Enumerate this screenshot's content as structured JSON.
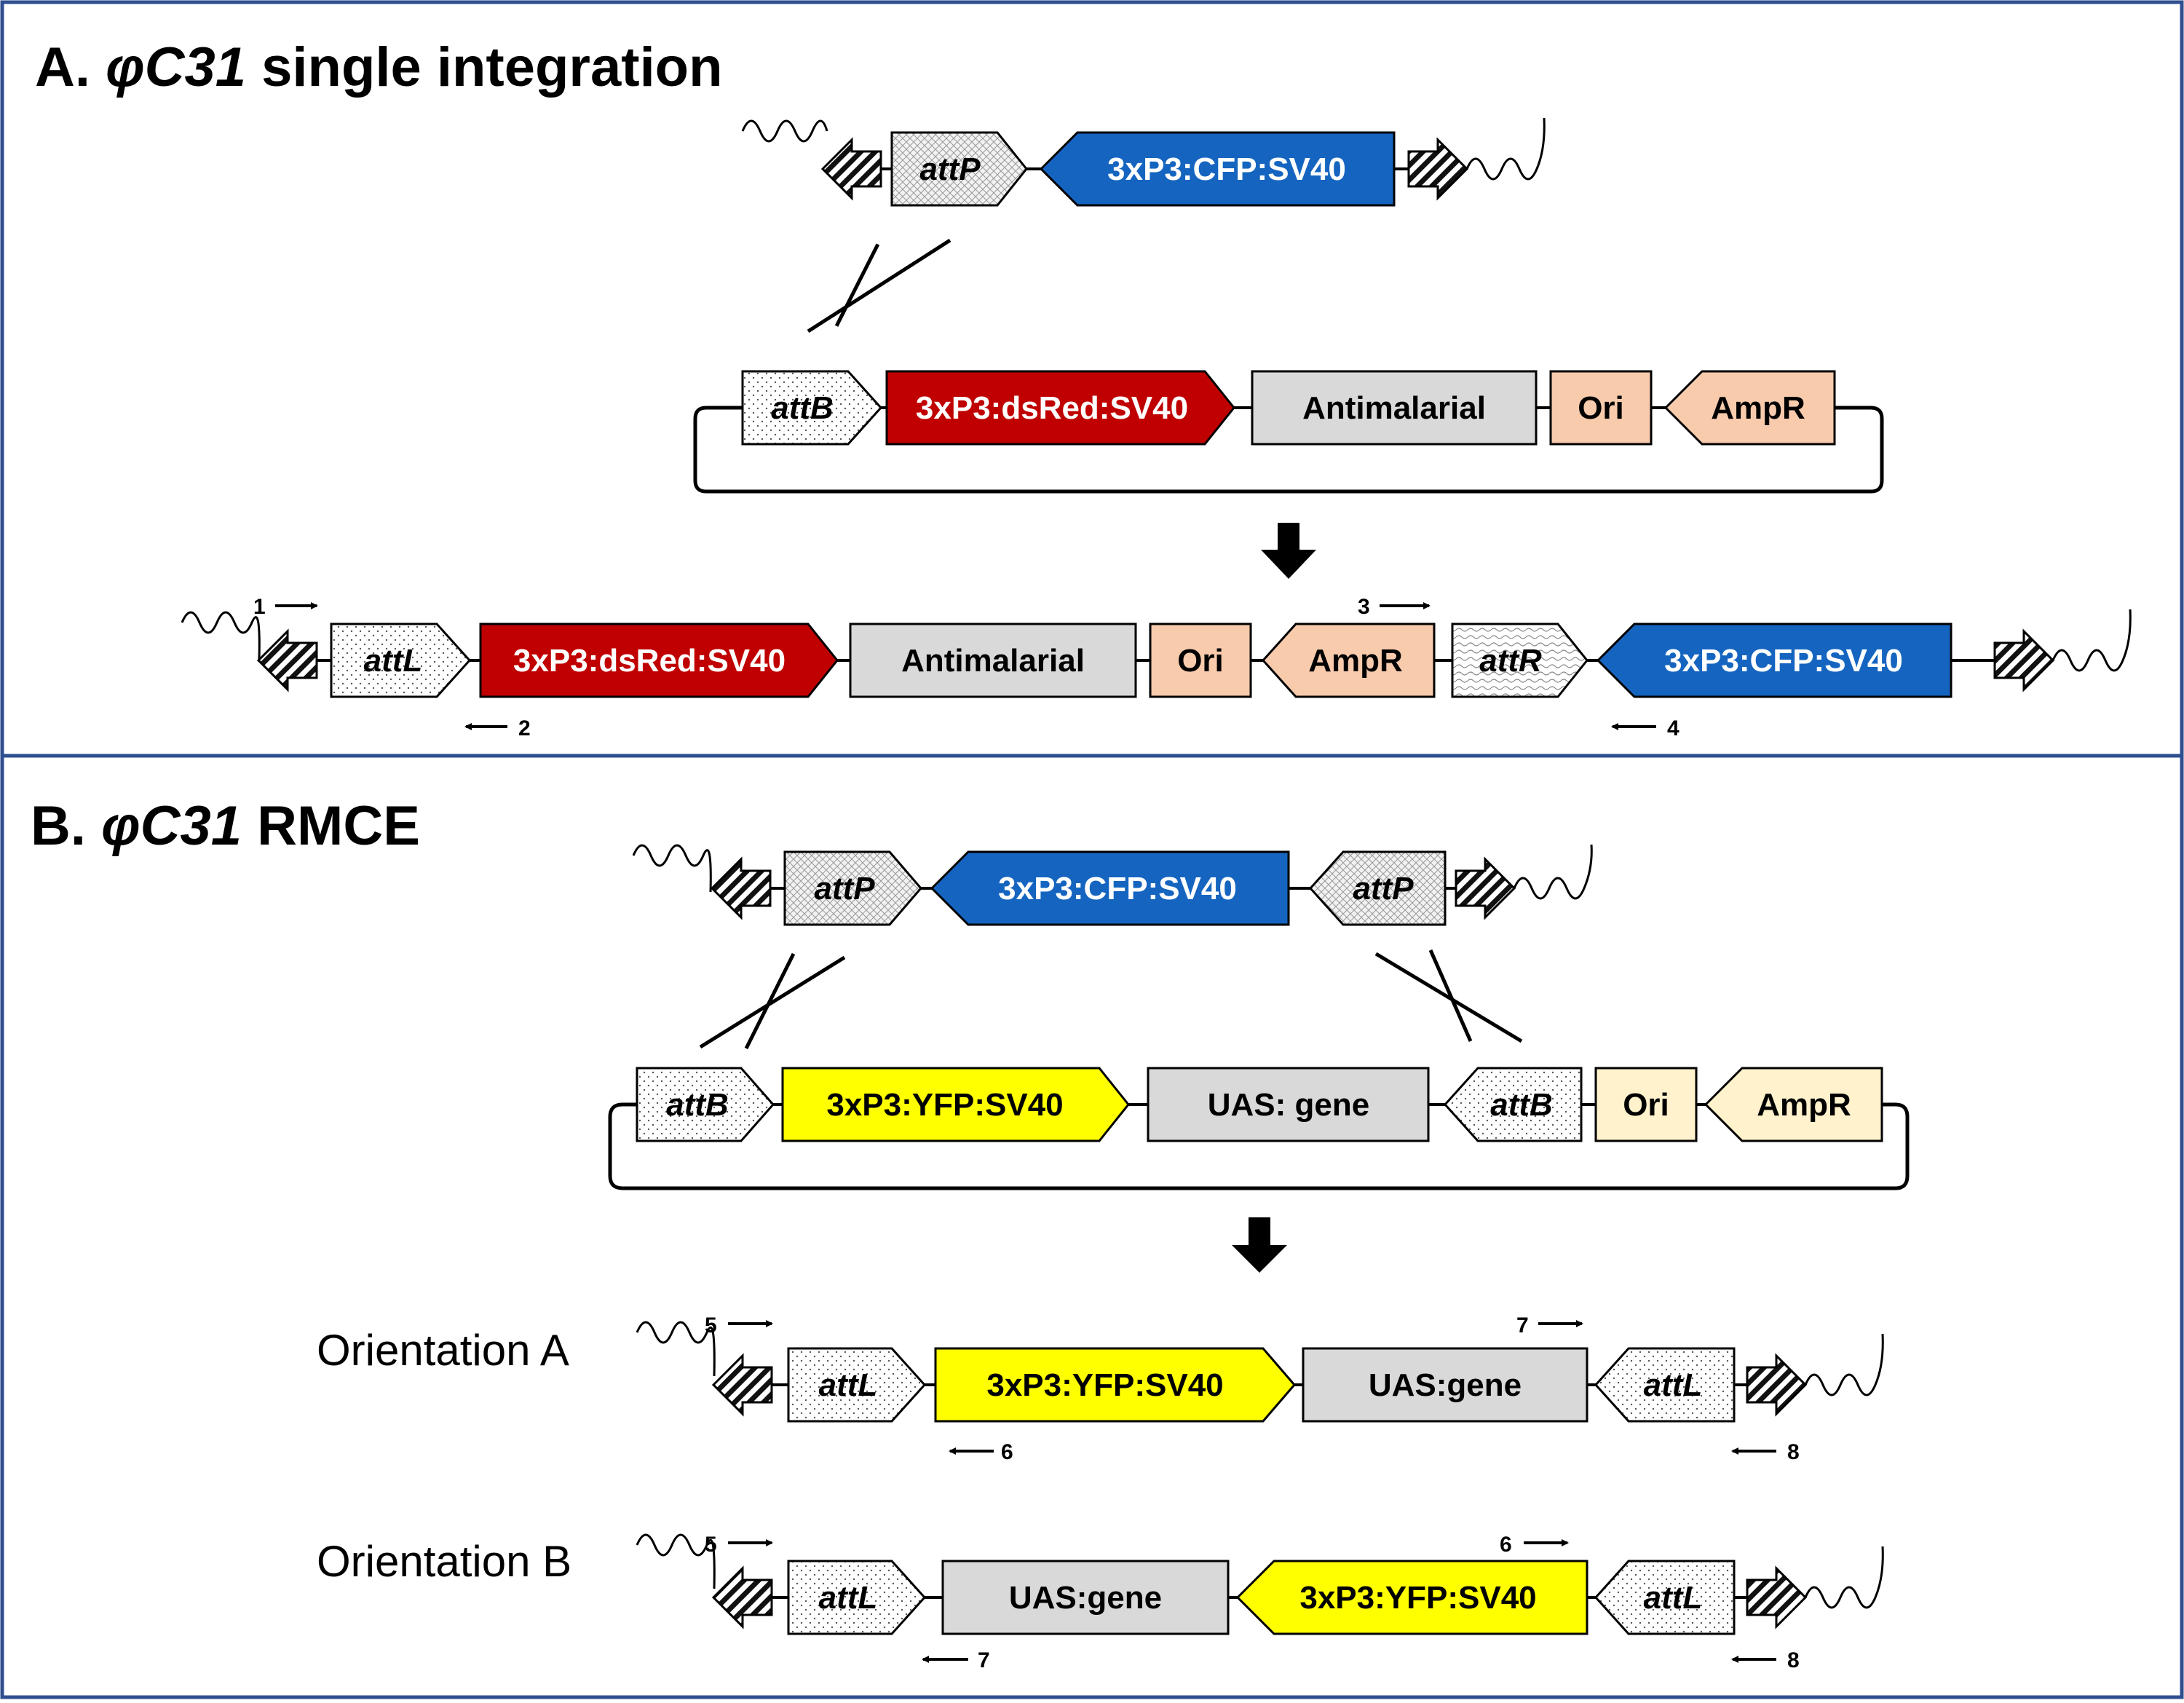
{
  "panels": {
    "a": {
      "letter": "A.",
      "italic": "φC31",
      "rest": " single integration",
      "donor": {
        "attp": "attP",
        "cfp": "3xP3:CFP:SV40"
      },
      "plasmid": {
        "attb": "attB",
        "dsred": "3xP3:dsRed:SV40",
        "antimalarial": "Antimalarial",
        "ori": "Ori",
        "ampr": "AmpR"
      },
      "product": {
        "attl": "attL",
        "dsred": "3xP3:dsRed:SV40",
        "antimalarial": "Antimalarial",
        "ori": "Ori",
        "ampr": "AmpR",
        "attr": "attR",
        "cfp": "3xP3:CFP:SV40"
      },
      "primers": [
        "1",
        "2",
        "3",
        "4"
      ]
    },
    "b": {
      "letter": "B.",
      "italic": "φC31",
      "rest": " RMCE",
      "donor": {
        "attp_left": "attP",
        "cfp": "3xP3:CFP:SV40",
        "attp_right": "attP"
      },
      "plasmid": {
        "attb_left": "attB",
        "yfp": "3xP3:YFP:SV40",
        "uas": "UAS: gene",
        "attb_right": "attB",
        "ori": "Ori",
        "ampr": "AmpR"
      },
      "orientation_a": {
        "label": "Orientation A",
        "attl_left": "attL",
        "yfp": "3xP3:YFP:SV40",
        "uas": "UAS:gene",
        "attl_right": "attL",
        "primers": [
          "5",
          "6",
          "7",
          "8"
        ]
      },
      "orientation_b": {
        "label": "Orientation B",
        "attl_left": "attL",
        "uas": "UAS:gene",
        "yfp": "3xP3:YFP:SV40",
        "attl_right": "attL",
        "primers": [
          "5",
          "6",
          "7",
          "8"
        ]
      }
    }
  },
  "colors": {
    "border": "#2f4f8f",
    "cfp": "#1565c0",
    "dsred": "#c00000",
    "grey": "#d9d9d9",
    "peach": "#f8cbad",
    "cream": "#fff2cc",
    "yellow": "#ffff00"
  }
}
